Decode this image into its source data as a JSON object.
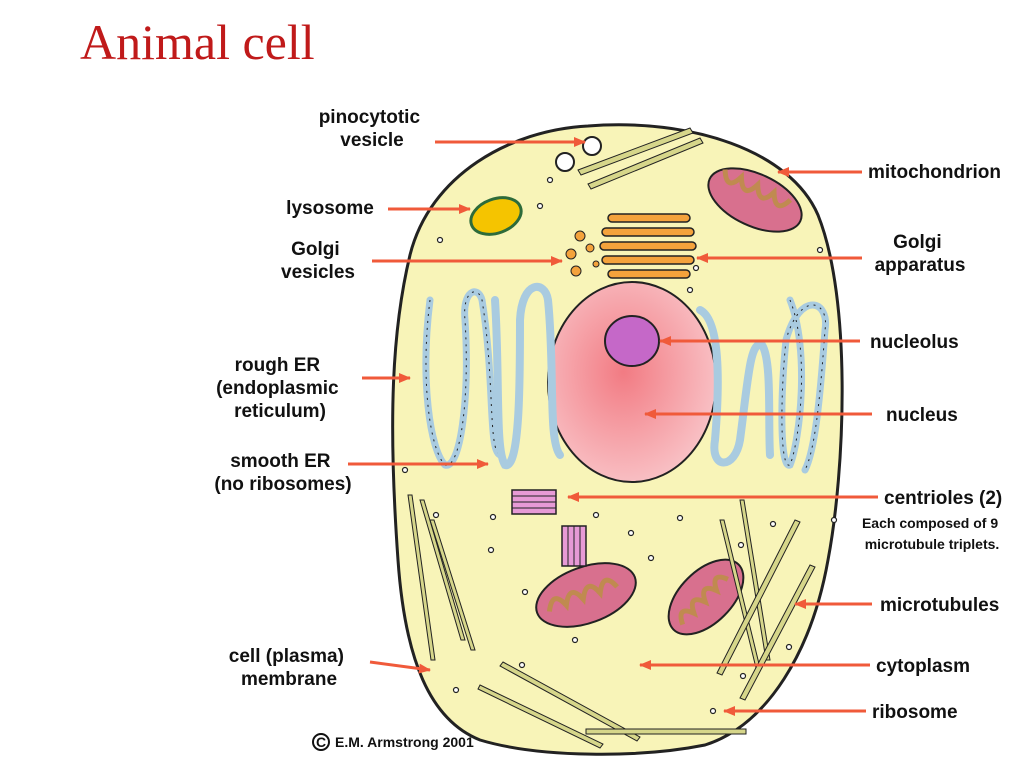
{
  "title": "Animal cell",
  "labels": {
    "pinocytotic_vesicle": [
      "pinocytotic",
      "vesicle"
    ],
    "lysosome": [
      "lysosome"
    ],
    "golgi_vesicles": [
      "Golgi",
      "vesicles"
    ],
    "rough_er": [
      "rough ER",
      "(endoplasmic",
      "reticulum)"
    ],
    "smooth_er": [
      "smooth ER",
      "(no ribosomes)"
    ],
    "cell_membrane": [
      "cell (plasma)",
      "membrane"
    ],
    "mitochondrion": [
      "mitochondrion"
    ],
    "golgi_apparatus": [
      "Golgi",
      "apparatus"
    ],
    "nucleolus": [
      "nucleolus"
    ],
    "nucleus": [
      "nucleus"
    ],
    "centrioles": [
      "centrioles (2)"
    ],
    "centrioles_note": [
      "Each composed of 9",
      "microtubule triplets."
    ],
    "microtubules": [
      "microtubules"
    ],
    "cytoplasm": [
      "cytoplasm"
    ],
    "ribosome": [
      "ribosome"
    ]
  },
  "credit": "E.M. Armstrong 2001",
  "credit_symbol": "C",
  "colors": {
    "title": "#c01a1a",
    "arrow": "#f05a3a",
    "cytoplasm": "#f8f4b8",
    "nucleus": "#f7b5bc",
    "nucleolus": "#c568c8",
    "er": "#a9cbe0",
    "golgi": "#f4a23c",
    "lysosome": "#f5c400",
    "mitochondrion_outer": "#d8708e",
    "mitochondrion_inner": "#c08a50",
    "microtubule": "#d6d68a"
  }
}
